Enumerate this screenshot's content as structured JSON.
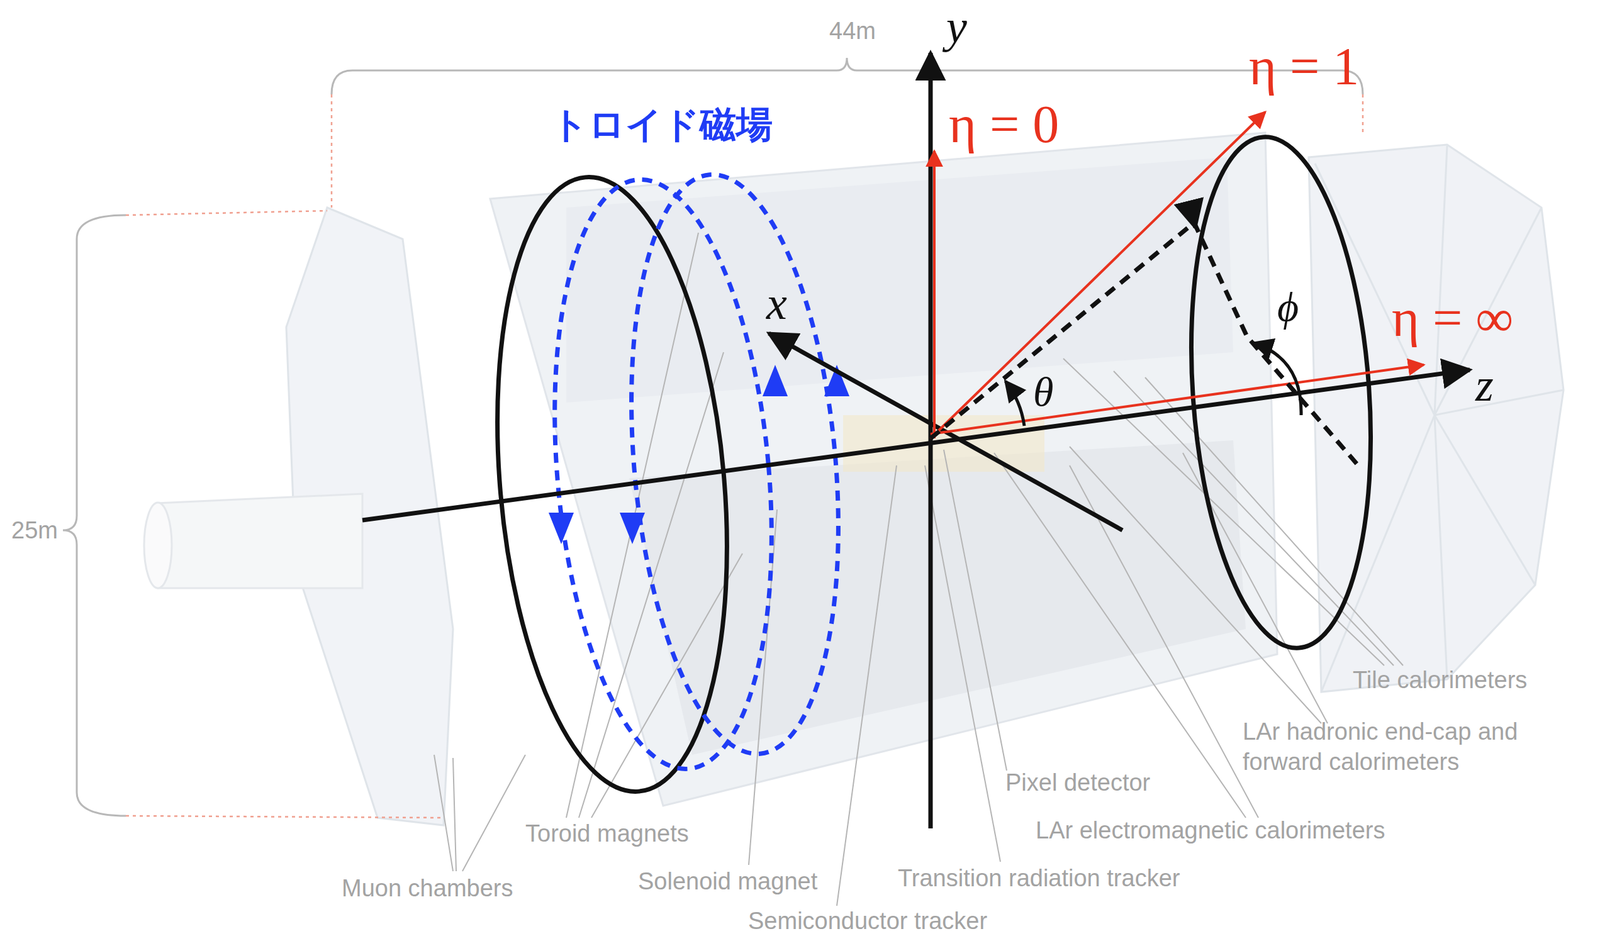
{
  "diagram": {
    "labels": [
      "44m",
      "25m",
      "トロイド磁場",
      "y",
      "η = 0",
      "η = 1",
      "η = ∞",
      "x",
      "θ",
      "ϕ",
      "z",
      "Tile calorimeters",
      "LAr hadronic end-cap and forward calorimeters",
      "Pixel detector",
      "LAr electromagnetic calorimeters",
      "Toroid magnets",
      "Solenoid magnet",
      "Transition radiation tracker",
      "Muon chambers",
      "Semiconductor tracker"
    ]
  }
}
